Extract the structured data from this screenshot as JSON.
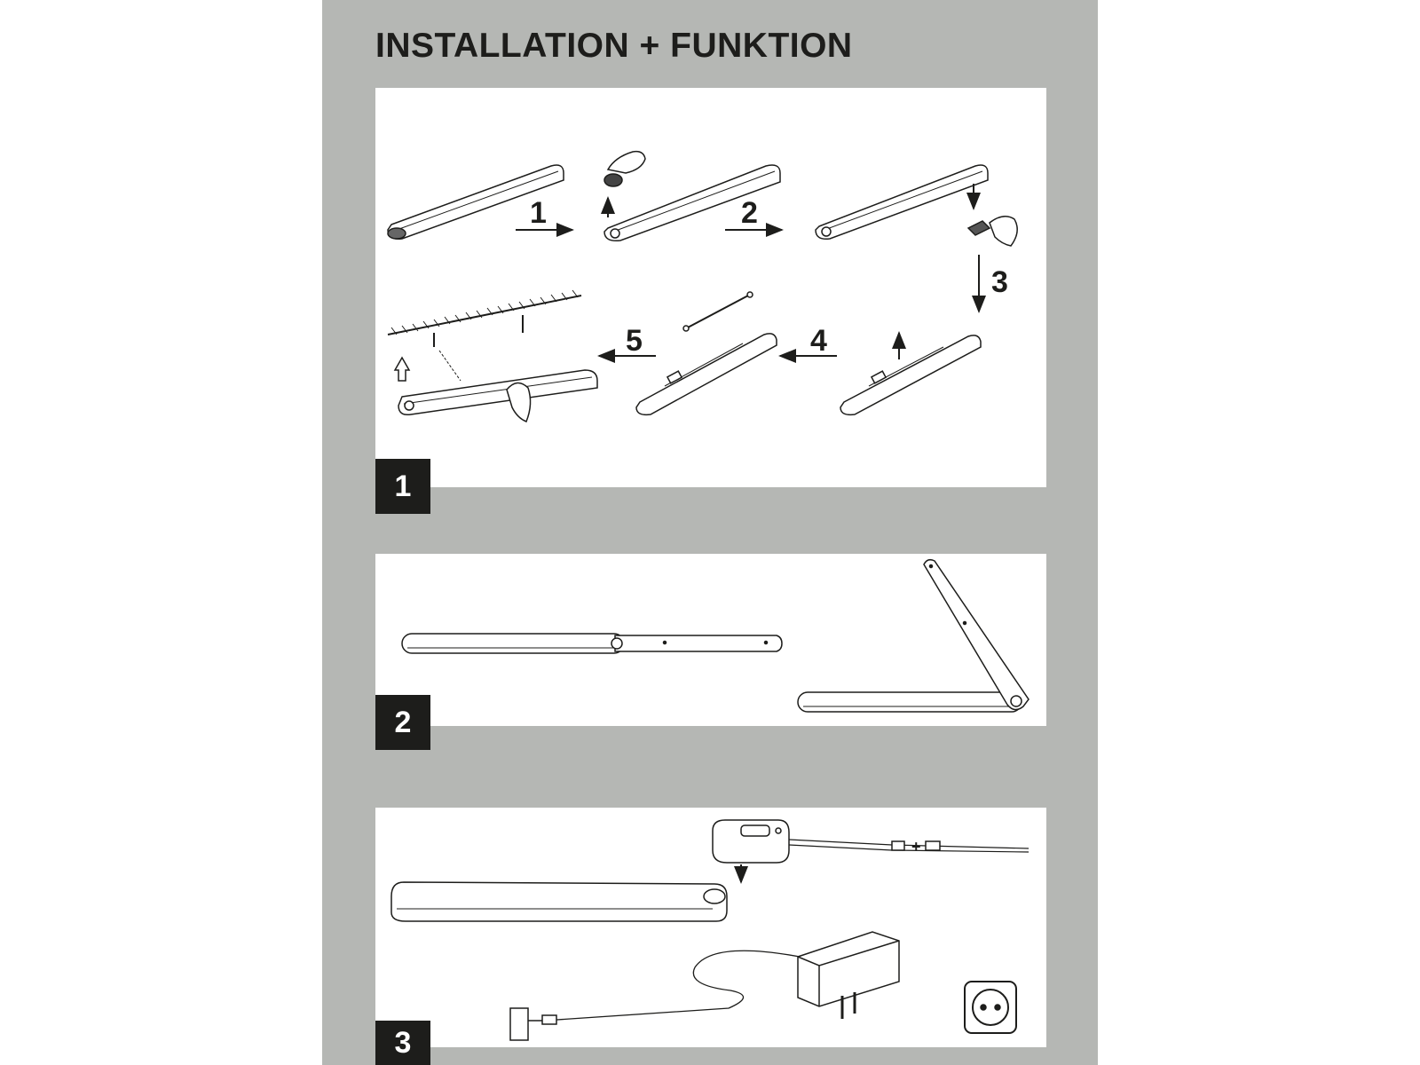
{
  "header": {
    "title": "INSTALLATION + FUNKTION"
  },
  "panels": [
    {
      "badge": "1",
      "steps": [
        "1",
        "2",
        "3",
        "4",
        "5"
      ]
    },
    {
      "badge": "2"
    },
    {
      "badge": "3"
    }
  ]
}
